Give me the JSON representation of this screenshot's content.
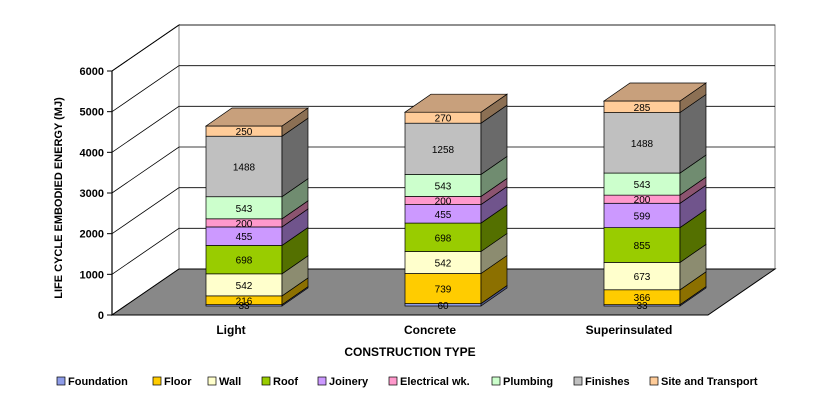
{
  "chart_data": {
    "type": "bar",
    "stacked": true,
    "three_d": true,
    "xlabel": "CONSTRUCTION TYPE",
    "ylabel": "LIFE CYCLE EMBODIED ENERGY (MJ)",
    "ylim": [
      0,
      6000
    ],
    "yticks": [
      0,
      1000,
      2000,
      3000,
      4000,
      5000,
      6000
    ],
    "grid": true,
    "legend_position": "bottom",
    "categories": [
      "Light",
      "Concrete",
      "Superinsulated"
    ],
    "series": [
      {
        "name": "Foundation",
        "color": "#8e9ce8",
        "values": [
          33,
          60,
          33
        ]
      },
      {
        "name": "Floor",
        "color": "#ffcc00",
        "values": [
          216,
          739,
          366
        ]
      },
      {
        "name": "Wall",
        "color": "#ffffcc",
        "values": [
          542,
          542,
          673
        ]
      },
      {
        "name": "Roof",
        "color": "#99cc00",
        "values": [
          698,
          698,
          855
        ]
      },
      {
        "name": "Joinery",
        "color": "#cc99ff",
        "values": [
          455,
          455,
          599
        ]
      },
      {
        "name": "Electrical wk.",
        "color": "#ff99cc",
        "values": [
          200,
          200,
          200
        ]
      },
      {
        "name": "Plumbing",
        "color": "#ccffcc",
        "values": [
          543,
          543,
          543
        ]
      },
      {
        "name": "Finishes",
        "color": "#c0c0c0",
        "values": [
          1488,
          1258,
          1488
        ]
      },
      {
        "name": "Site and Transport",
        "color": "#ffcc99",
        "values": [
          250,
          270,
          285
        ]
      }
    ],
    "colors": {
      "top_face": "#c8a07c",
      "floor": "#888888",
      "wall": "#ffffff",
      "axis": "#000000"
    }
  }
}
